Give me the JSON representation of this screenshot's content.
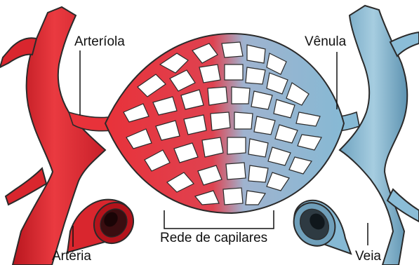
{
  "labels": {
    "arteriole": "Arteríola",
    "venule": "Vênula",
    "artery": "Artéria",
    "vein": "Veia",
    "capillaries": "Rede de capilares"
  },
  "colors": {
    "arterial": "#e8323a",
    "arterial_dark": "#a8141c",
    "venous": "#86b9d4",
    "venous_dark": "#4b7f9c",
    "outline": "#2a2a2a",
    "background": "#ffffff"
  }
}
